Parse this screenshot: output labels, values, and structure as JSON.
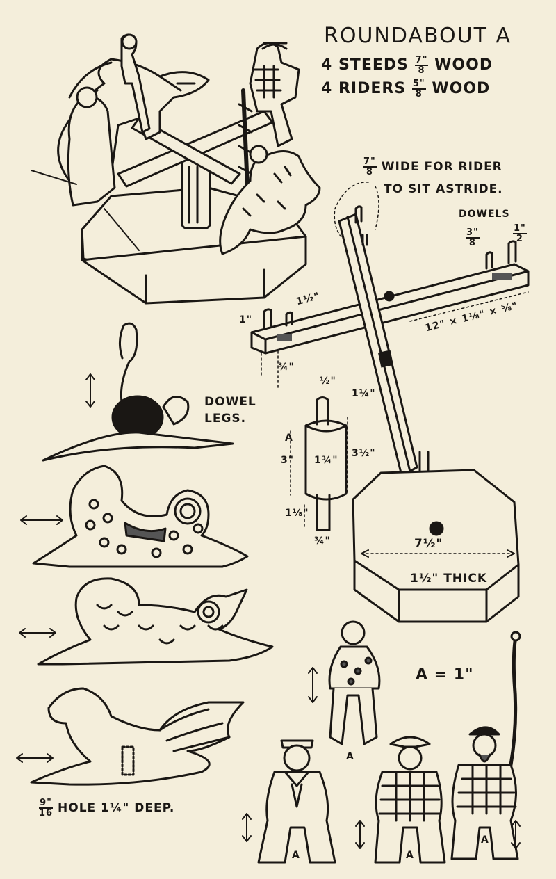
{
  "title": "ROUNDABOUT A",
  "materials": [
    {
      "qty": "4 STEEDS",
      "num": "7\"",
      "den": "8",
      "unit": "WOOD"
    },
    {
      "qty": "4 RIDERS",
      "num": "5\"",
      "den": "8",
      "unit": "WOOD"
    }
  ],
  "notes": {
    "rider_width_frac": {
      "num": "7\"",
      "den": "8"
    },
    "rider_width_text": "WIDE FOR RIDER",
    "rider_width_text2": "TO SIT ASTRIDE.",
    "dowels": "DOWELS",
    "dowel_left": {
      "num": "3\"",
      "den": "8"
    },
    "dowel_right": {
      "num": "1\"",
      "den": "2"
    },
    "dowel_legs": "DOWEL",
    "dowel_legs2": "LEGS.",
    "hole_frac": {
      "num": "9\"",
      "den": "16"
    },
    "hole_text": "HOLE  1¼\" DEEP.",
    "scale": "A = 1\""
  },
  "dimensions": {
    "arm": "12\" × 1⅛\" × ⅝\"",
    "one_inch": "1\"",
    "one_half": "1½\"",
    "three_quarter": "¾\"",
    "post_top": "½\"",
    "post_dia": "1¼\"",
    "post_a": "A",
    "post_3": "3\"",
    "post_13_4": "1¾\"",
    "post_3_1_2": "3½\"",
    "post_1_8": "1⅛\"",
    "post_3_4": "¾\"",
    "base_width": "7½\"",
    "base_thick": "1½\" THICK"
  },
  "rider_marks": [
    "A",
    "A",
    "A",
    "A"
  ]
}
